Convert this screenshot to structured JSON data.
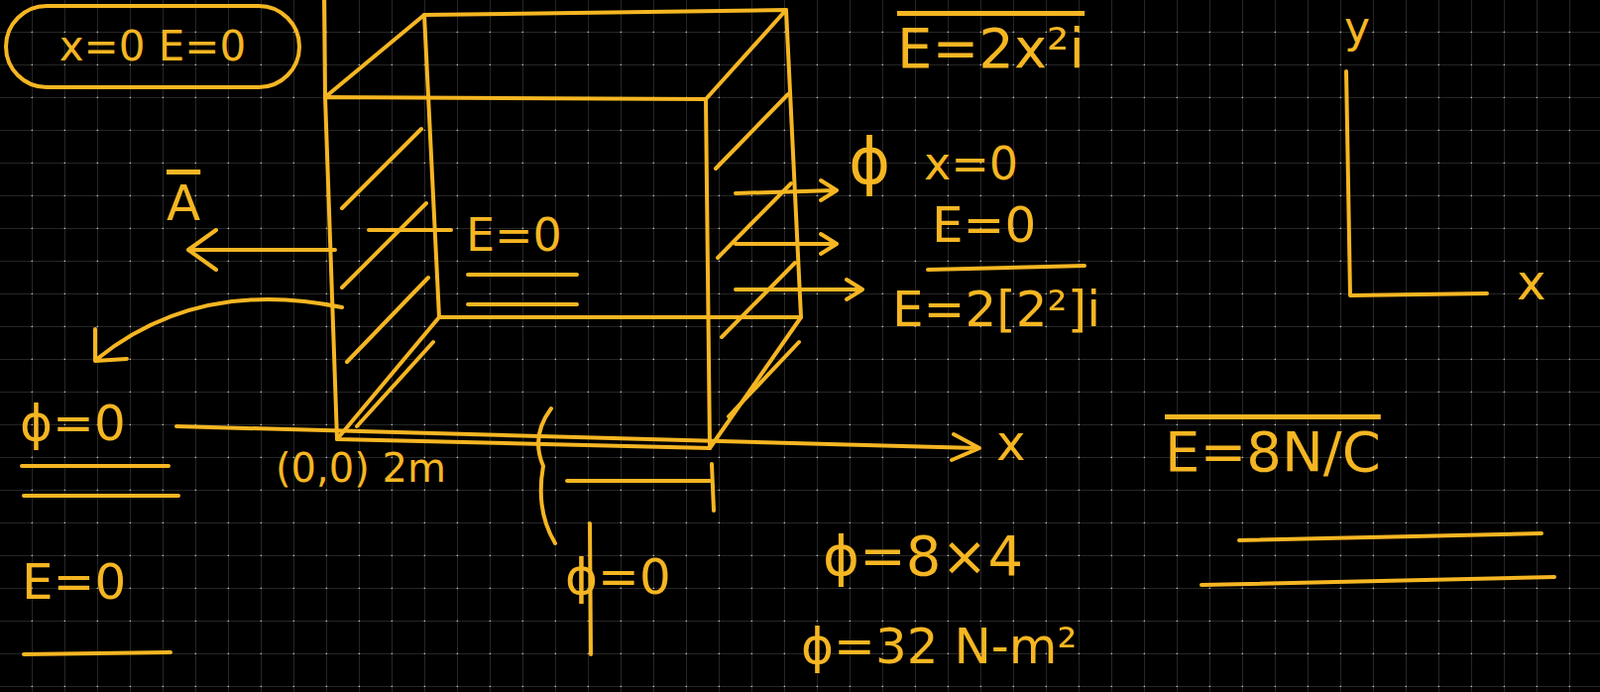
{
  "diagram": {
    "nodes": [
      {
        "text": [
          "x=0 E=0"
        ]
      }
    ],
    "labels": [
      "A",
      "E=0",
      "E=2x²i",
      "ϕ",
      "x=0",
      "E=0",
      "E=2[2²]i",
      "y",
      "x",
      "x",
      "E=8N/C",
      "ϕ=0",
      "E=0",
      "(0,0) 2m",
      "ϕ=0",
      "ϕ=8×4",
      "ϕ=32 N-m²"
    ]
  }
}
